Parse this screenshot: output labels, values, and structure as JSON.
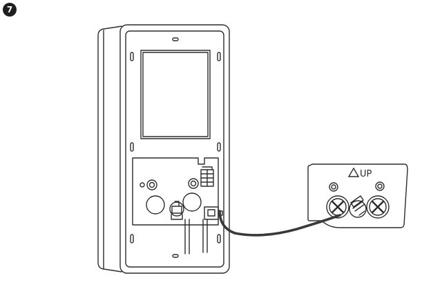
{
  "step": {
    "number": "7"
  },
  "terminal_plate": {
    "label": "UP",
    "arrow": "triangle-up-outline"
  },
  "colors": {
    "line": "#2b2b2b",
    "cable": "#3a3a3a",
    "badge": "#1f1f1f",
    "background": "#ffffff"
  },
  "icons": [
    "step-number-badge",
    "screw-icon",
    "latch-slot-icon",
    "connector-plug-icon"
  ]
}
